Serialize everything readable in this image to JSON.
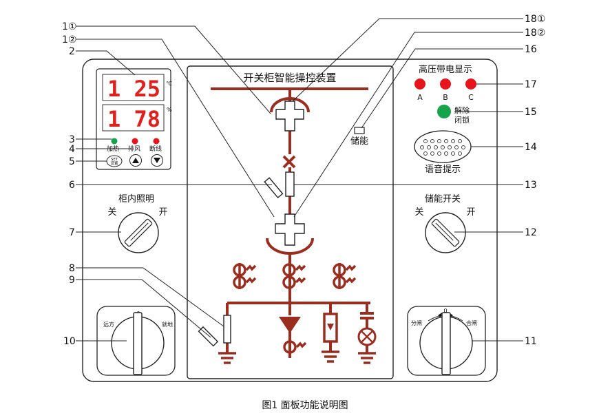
{
  "device": {
    "panel_title": "开关柜智能操控装置",
    "temp_display": {
      "value": "1 25",
      "unit": "℃"
    },
    "humidity_display": {
      "value": "1 78",
      "unit": "%"
    },
    "indicators": [
      "加热",
      "排风",
      "断线"
    ],
    "set_button_label": "SET\n设置",
    "energy_storage_label": "储能",
    "high_voltage": {
      "title": "高压带电显示",
      "phases": [
        "A",
        "B",
        "C"
      ]
    },
    "unlock_label": [
      "解除",
      "闭锁"
    ],
    "voice_label": "语音提示",
    "light_switch": {
      "title": "柜内照明",
      "off": "关",
      "on": "开"
    },
    "storage_switch": {
      "title": "储能开关",
      "off": "关",
      "on": "开"
    },
    "mode_knob": {
      "left": "远方",
      "center": "0",
      "right": "就地"
    },
    "breaker_knob": {
      "left": "分闸",
      "center": "0",
      "right": "合闸"
    }
  },
  "callouts": {
    "c1a": "1①",
    "c1b": "1②",
    "c2": "2",
    "c3": "3",
    "c4": "4",
    "c5": "5",
    "c6": "6",
    "c7": "7",
    "c8": "8",
    "c9": "9",
    "c10": "10",
    "c11": "11",
    "c12": "12",
    "c13": "13",
    "c14": "14",
    "c15": "15",
    "c16": "16",
    "c17": "17",
    "c18a": "18①",
    "c18b": "18②"
  },
  "caption": "图1  面板功能说明图",
  "colors": {
    "busbar": "#9b2d1f",
    "led_red": "#e8141b",
    "led_green": "#17a34a",
    "segment": "#e0201c"
  }
}
